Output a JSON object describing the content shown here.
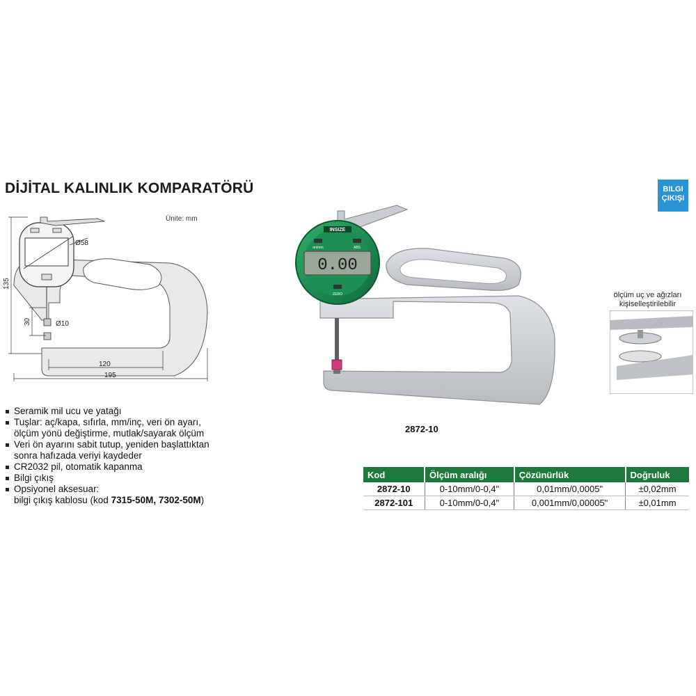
{
  "title": "DİJİTAL KALINLIK KOMPARATÖRÜ",
  "badge": {
    "line1": "BILGI",
    "line2": "ÇIKIŞI"
  },
  "drawing": {
    "unit": "Ünite: mm",
    "dims": {
      "height": "135",
      "dial": "Ø58",
      "gap": "30",
      "anvil": "Ø10",
      "depth": "120",
      "length": "195"
    }
  },
  "photo": {
    "brand": "INSIZE",
    "display": "0.00",
    "btn_left": "on/mm",
    "btn_right": "ABS",
    "btn_zero": "ZERO"
  },
  "model_label": "2872-10",
  "detail_caption": {
    "line1": "ölçüm uç ve ağızları",
    "line2": "kişiselleştirilebilir"
  },
  "features": [
    "Seramik mil ucu ve yatağı",
    "Tuşlar: aç/kapa, sıfırla, mm/inç, veri ön ayarı,",
    "ölçüm yönü değiştirme, mutlak/sayarak ölçüm",
    "Veri ön ayarını sabit tutup, yeniden başlattıktan",
    "sonra hafızada veriyi kaydeder",
    "CR2032 pil, otomatik kapanma",
    "Bilgi çıkış",
    "Opsiyonel aksesuar:",
    "bilgi çıkış kablosu (kod ",
    "7315-50M, 7302-50M",
    ")"
  ],
  "table": {
    "headers": [
      "Kod",
      "Ölçüm aralığı",
      "Çözünürlük",
      "Doğruluk"
    ],
    "rows": [
      [
        "2872-10",
        "0-10mm/0-0,4\"",
        "0,01mm/0,0005\"",
        "±0,02mm"
      ],
      [
        "2872-101",
        "0-10mm/0-0,4\"",
        "0,001mm/0,00005\"",
        "±0,01mm"
      ]
    ]
  }
}
